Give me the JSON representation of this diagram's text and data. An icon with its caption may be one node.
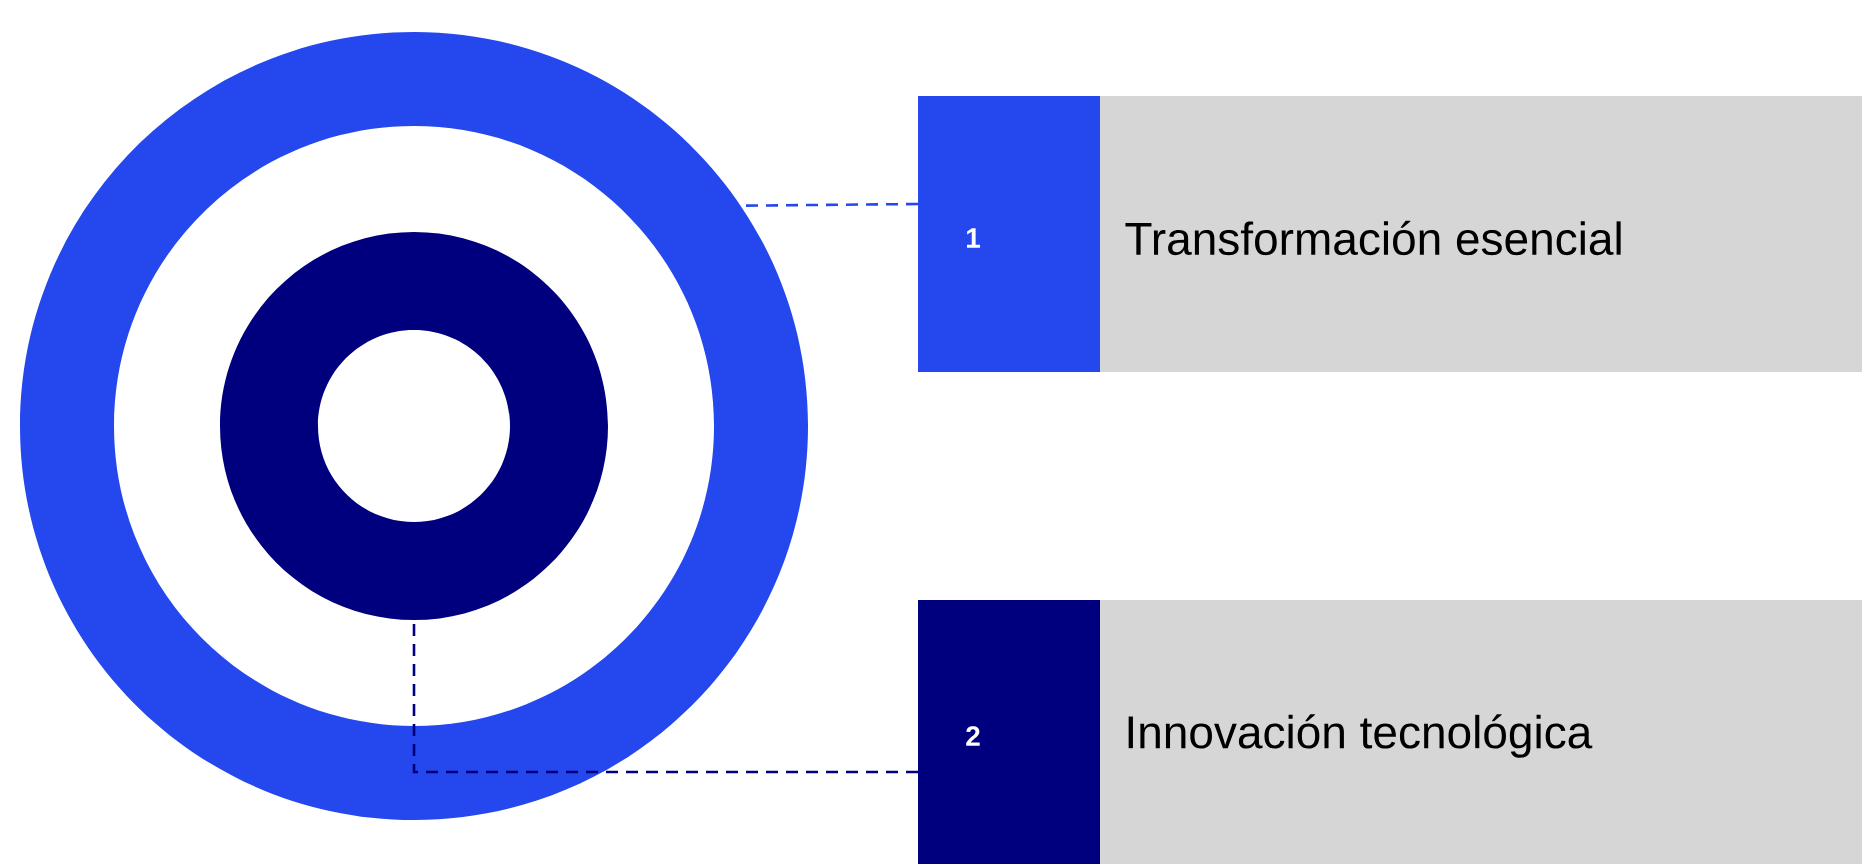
{
  "diagram": {
    "nodes": [
      {
        "text": [],
        "shape": "circle"
      },
      {
        "text": [],
        "shape": "circle",
        "in": 0
      },
      {
        "text": [
          "1"
        ]
      },
      {
        "text": [
          "Transformación esencial"
        ]
      },
      {
        "text": [
          "2"
        ]
      },
      {
        "text": [
          "Innovación tecnológica"
        ]
      }
    ],
    "edges": [
      {
        "from": 2,
        "to": 0,
        "arrow": "none",
        "style": "dashed",
        "color": "#2447ee"
      },
      {
        "from": 4,
        "to": 1,
        "arrow": "none",
        "style": "dashed",
        "color": "#00007f"
      }
    ]
  }
}
